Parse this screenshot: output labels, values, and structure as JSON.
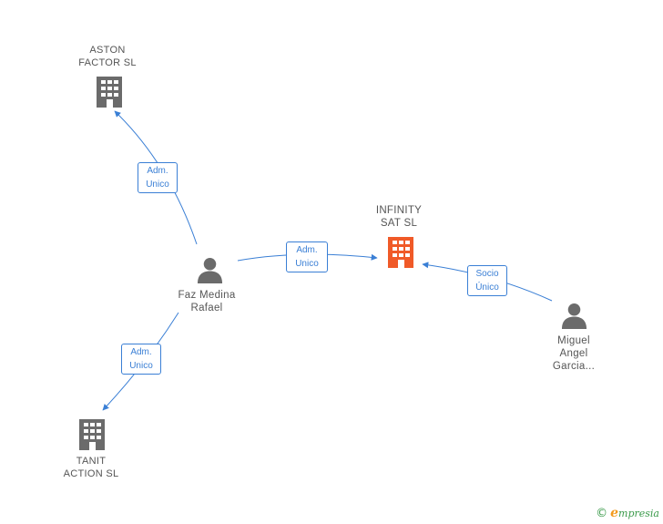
{
  "nodes": {
    "aston": {
      "line1": "ASTON",
      "line2": "FACTOR SL",
      "kind": "company",
      "color": "#6b6b6b"
    },
    "infinity": {
      "line1": "INFINITY",
      "line2": "SAT SL",
      "kind": "company",
      "color": "#f05a28"
    },
    "tanit": {
      "line1": "TANIT",
      "line2": "ACTION SL",
      "kind": "company",
      "color": "#6b6b6b"
    },
    "faz": {
      "line1": "Faz Medina",
      "line2": "Rafael",
      "kind": "person",
      "color": "#6b6b6b"
    },
    "miguel": {
      "line1": "Miguel",
      "line2": "Angel",
      "line3": "Garcia...",
      "kind": "person",
      "color": "#6b6b6b"
    }
  },
  "edges": {
    "faz_aston": {
      "line1": "Adm.",
      "line2": "Unico"
    },
    "faz_infinity": {
      "line1": "Adm.",
      "line2": "Unico"
    },
    "faz_tanit": {
      "line1": "Adm.",
      "line2": "Unico"
    },
    "miguel_infinity": {
      "line1": "Socio",
      "line2": "Único"
    }
  },
  "colors": {
    "edge": "#3a7fd5",
    "accent": "#f05a28",
    "icon": "#6b6b6b"
  },
  "footer": {
    "copyright": "©",
    "brand_initial": "e",
    "brand_rest": "mpresia"
  }
}
